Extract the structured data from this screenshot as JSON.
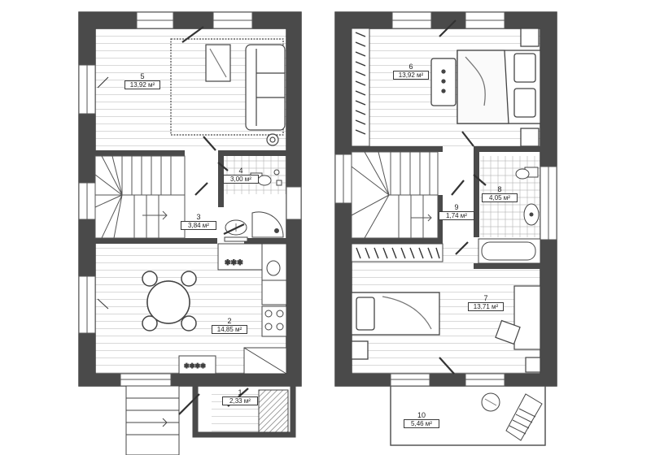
{
  "rooms": [
    {
      "number": "1",
      "area": "2,33 м²"
    },
    {
      "number": "2",
      "area": "14,85 м²"
    },
    {
      "number": "3",
      "area": "3,84 м²"
    },
    {
      "number": "4",
      "area": "3,00 м²"
    },
    {
      "number": "5",
      "area": "13,92 м²"
    },
    {
      "number": "6",
      "area": "13,92 м²"
    },
    {
      "number": "7",
      "area": "13,71 м²"
    },
    {
      "number": "8",
      "area": "4,05 м²"
    },
    {
      "number": "9",
      "area": "1,74 м²"
    },
    {
      "number": "10",
      "area": "5,46 м²"
    }
  ],
  "colors": {
    "wall": "#3f3f3f",
    "hatch": "#8a8a8a",
    "line": "#555555",
    "floor": "#c9c9c9",
    "tile": "#b5b5b5"
  }
}
